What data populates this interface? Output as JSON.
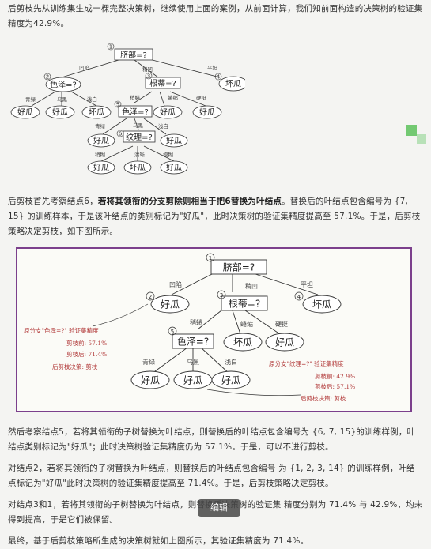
{
  "paragraphs": {
    "p1": "后剪枝先从训练集生成一棵完整决策树，继续使用上面的案例，从前面计算，我们知前面构造的决策树的验证集精度为42.9%。",
    "p2_pre": "后剪枝首先考察结点6，",
    "p2_bold": "若将其领衔的分支剪除则相当于把6替换为叶结点",
    "p2_post": "。替换后的叶结点包含编号为 {7, 15} 的训练样本，于是该叶结点的类别标记为\"好瓜\"，此时决策树的验证集精度提高至 57.1%。于是，后剪枝策略决定剪枝，如下图所示。",
    "p3": "然后考察结点5，若将其领衔的子树替换为叶结点，则替换后的叶结点包含编号为 {6, 7, 15}的训练样例，叶结点类别标记为\"好瓜\"；此时决策树验证集精度仍为 57.1%。于是，可以不进行剪枝。",
    "p4": "对结点2，若将其领衔的子树替换为叶结点，则替换后的叶结点包含编号 为 {1, 2, 3, 14} 的训练样例，叶结点标记为\"好瓜\"此时决策树的验证集精度提高至 71.4%。于是，后剪枝策略决定剪枝。",
    "p5": "对结点3和1，若将其领衔的子树替换为叶结点，则替换后决策树的验证集 精度分别为 71.4% 与 42.9%，均未得到提高，于是它们被保留。",
    "p6": "最终，基于后剪枝策略所生成的决策树就如上图所示，其验证集精度为 71.4%。"
  },
  "tree1": {
    "root": "脐部=?",
    "n2": "色泽=?",
    "n3": "根蒂=?",
    "n4": "坏瓜",
    "n5": "色泽=?",
    "n6": "纹理=?",
    "e_root_l": "凹陷",
    "e_root_m": "稍凹",
    "e_root_r": "平坦",
    "e2_l": "青绿",
    "e2_m": "乌黑",
    "e2_r": "浅白",
    "e3_l": "稍蜷",
    "e3_m": "蜷缩",
    "e3_r": "硬挺",
    "e5_l": "青绿",
    "e5_m": "乌黑",
    "e5_r": "浅白",
    "e6_l": "稍糊",
    "e6_m": "清晰",
    "e6_r": "模糊",
    "leaf_good": "好瓜",
    "leaf_bad": "坏瓜",
    "nums": [
      "1",
      "2",
      "3",
      "4",
      "5",
      "6"
    ]
  },
  "tree2": {
    "root": "脐部=?",
    "n2": "好瓜",
    "n3": "根蒂=?",
    "n4": "坏瓜",
    "n5": "色泽=?",
    "e_root_l": "凹陷",
    "e_root_m": "稍凹",
    "e_root_r": "平坦",
    "e3_l": "稍蜷",
    "e3_m": "蜷缩",
    "e3_r": "硬挺",
    "e5_l": "青绿",
    "e5_m": "乌黑",
    "e5_r": "浅白",
    "leaf_good": "好瓜",
    "leaf_bad": "坏瓜",
    "nums": [
      "1",
      "2",
      "3",
      "4",
      "5"
    ],
    "anno_left": [
      "原分支\"色泽=?\" 验证集精度",
      "剪枝前: 57.1%",
      "剪枝后: 71.4%",
      "后剪枝决策: 剪枝"
    ],
    "anno_right": [
      "原分支\"纹理=?\" 验证集精度",
      "剪枝前: 42.9%",
      "剪枝后: 57.1%",
      "后剪枝决策: 剪枝"
    ]
  },
  "overlay": {
    "edit_label": "编辑"
  },
  "colors": {
    "frame": "#7b3f8c",
    "annotation": "#b23a3a",
    "green": "#5cc15c"
  }
}
